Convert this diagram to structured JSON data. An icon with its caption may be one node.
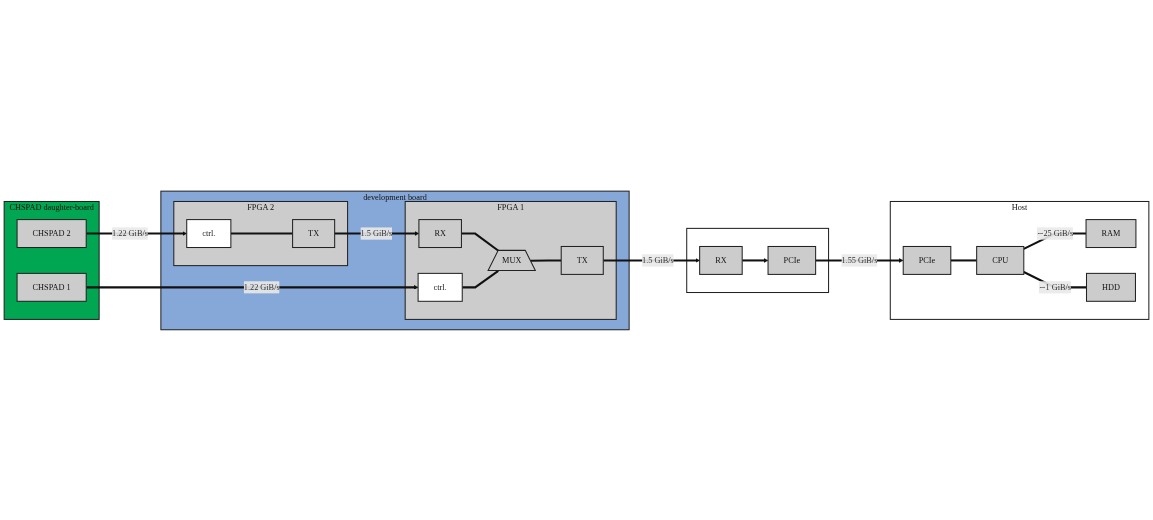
{
  "diagram": {
    "nodes": [
      {
        "text": [
          "CHSPAD daughter-board"
        ]
      },
      {
        "text": [
          "CHSPAD 2"
        ],
        "in": 0
      },
      {
        "text": [
          "CHSPAD 1"
        ],
        "in": 0
      },
      {
        "text": [
          "development board"
        ]
      },
      {
        "text": [
          "FPGA 2"
        ],
        "in": 3
      },
      {
        "text": [
          "ctrl."
        ],
        "in": 4
      },
      {
        "text": [
          "TX"
        ],
        "in": 4
      },
      {
        "text": [
          "FPGA 1"
        ],
        "in": 3
      },
      {
        "text": [
          "ctrl."
        ],
        "in": 7
      },
      {
        "text": [
          "RX"
        ],
        "in": 7
      },
      {
        "text": [
          "MUX"
        ],
        "in": 7
      },
      {
        "text": [
          "TX"
        ],
        "in": 7
      },
      {
        "text": [],
        "shape": "box"
      },
      {
        "text": [
          "RX"
        ],
        "in": 12
      },
      {
        "text": [
          "PCIe"
        ],
        "in": 12
      },
      {
        "text": [
          "Host"
        ]
      },
      {
        "text": [
          "PCIe"
        ],
        "in": 15
      },
      {
        "text": [
          "CPU"
        ],
        "in": 15
      },
      {
        "text": [
          "RAM"
        ],
        "in": 15
      },
      {
        "text": [
          "HDD"
        ],
        "in": 15
      }
    ],
    "edges": [
      {
        "from": 1,
        "to": 5,
        "arrow": "to",
        "label": "1.22 GiB/s"
      },
      {
        "from": 2,
        "to": 8,
        "arrow": "to",
        "label": "1.22 GiB/s"
      },
      {
        "from": 5,
        "to": 6,
        "arrow": "none"
      },
      {
        "from": 6,
        "to": 9,
        "arrow": "to",
        "label": "1.5 GiB/s"
      },
      {
        "from": 9,
        "to": 10,
        "arrow": "none"
      },
      {
        "from": 8,
        "to": 10,
        "arrow": "none"
      },
      {
        "from": 10,
        "to": 11,
        "arrow": "none"
      },
      {
        "from": 11,
        "to": 13,
        "arrow": "to",
        "label": "1.5 GiB/s"
      },
      {
        "from": 13,
        "to": 14,
        "arrow": "to"
      },
      {
        "from": 14,
        "to": 16,
        "arrow": "to",
        "label": "1.55 GiB/s"
      },
      {
        "from": 16,
        "to": 17,
        "arrow": "none"
      },
      {
        "from": 17,
        "to": 18,
        "arrow": "none",
        "label": "∼25 GiB/s"
      },
      {
        "from": 17,
        "to": 19,
        "arrow": "none",
        "label": "∼1 GiB/s"
      }
    ]
  }
}
